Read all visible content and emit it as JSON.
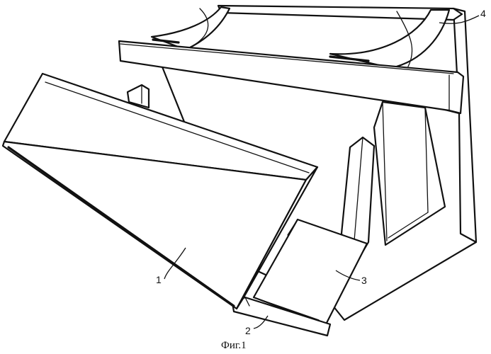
{
  "caption": "Фиг.1",
  "labels": {
    "part_1": "1",
    "part_2": "2",
    "part_3": "3",
    "part_4": "4"
  },
  "colors": {
    "line": "#111111",
    "background": "#ffffff"
  }
}
